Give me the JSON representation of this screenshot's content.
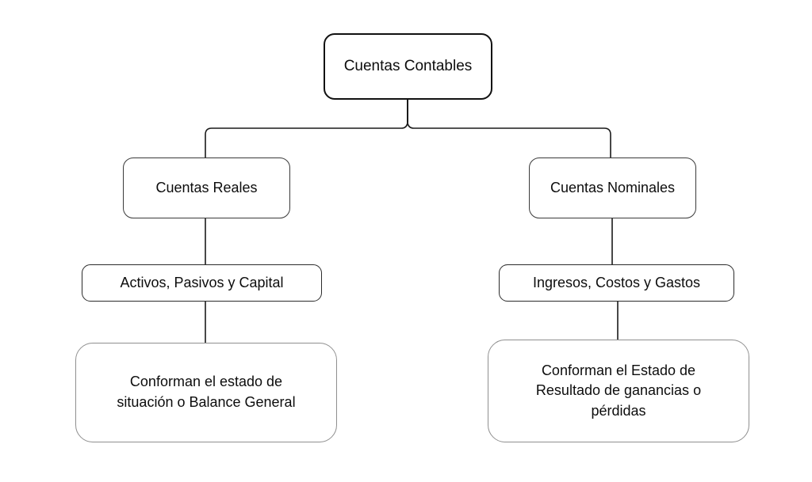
{
  "diagram": {
    "title": "Cuentas Contables",
    "background_color": "#ffffff",
    "text_color": "#0d0d0d",
    "root": {
      "label": "Cuentas Contables"
    },
    "branches": [
      {
        "side": "left",
        "level2_label": "Cuentas Reales",
        "level3_label": "Activos, Pasivos y Capital",
        "level4_label": "Conforman el estado de\nsituación o Balance General"
      },
      {
        "side": "right",
        "level2_label": "Cuentas Nominales",
        "level3_label": "Ingresos, Costos y Gastos",
        "level4_label": "Conforman el Estado de\nResultado de ganancias o\npérdidas"
      }
    ],
    "connector_color": "#1a1a1a"
  }
}
